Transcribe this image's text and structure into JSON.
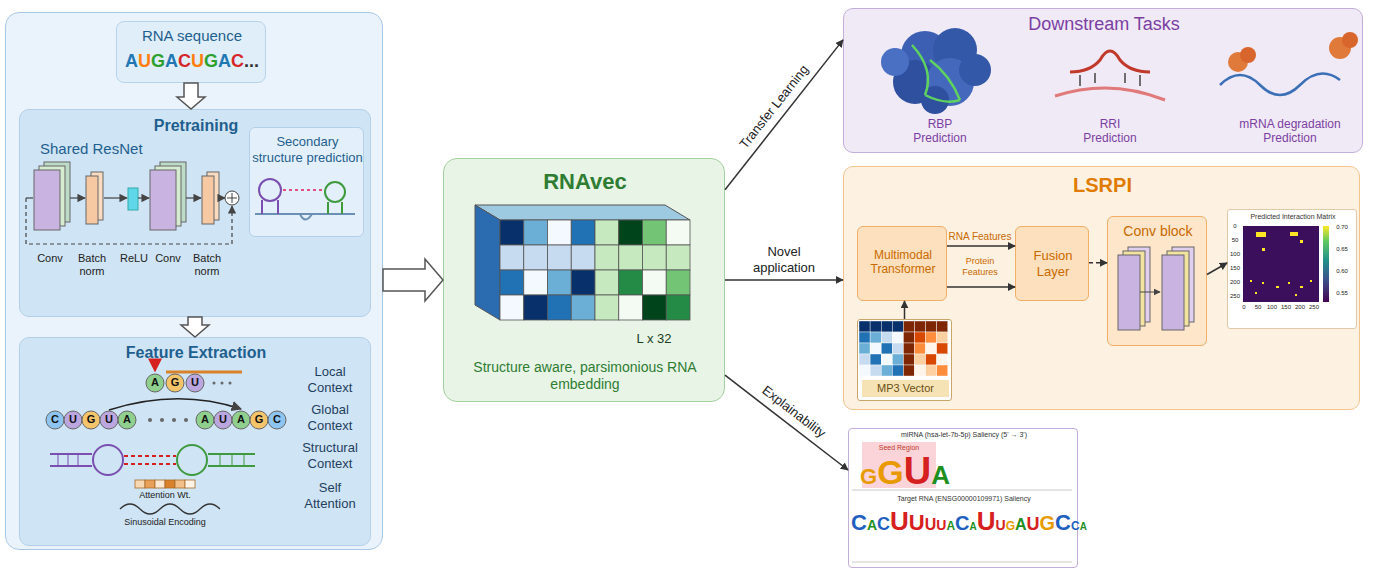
{
  "diagram": {
    "nodes": [
      {
        "text": []
      },
      {
        "text": [
          "RNA sequence",
          "AUGACUGAC..."
        ],
        "in": 0
      },
      {
        "text": [
          "Pretraining",
          "Shared ResNet"
        ],
        "in": 0
      },
      {
        "text": [
          "Secondary structure prediction"
        ],
        "in": 2
      },
      {
        "text": [
          "Feature Extraction"
        ],
        "in": 0
      },
      {
        "text": [
          "RNAvec",
          "L x 32",
          "Structure aware, parsimonious RNA embedding"
        ]
      },
      {
        "text": [
          "Downstream Tasks"
        ]
      },
      {
        "text": [
          "LSRPI"
        ]
      },
      {
        "text": [
          "Multimodal Transformer"
        ],
        "in": 7
      },
      {
        "text": [
          "Fusion Layer"
        ],
        "in": 7
      },
      {
        "text": [
          "Conv block"
        ],
        "in": 7
      },
      {
        "text": [
          "Predicted Interaction Matrix"
        ],
        "in": 7
      },
      {
        "text": [
          "MP3 Vector"
        ],
        "in": 7
      },
      {
        "text": [
          "miRNA (hsa-let-7b-5p) Saliency (5' → 3')",
          "Target RNA (ENSG00000109971) Saliency"
        ]
      }
    ],
    "edges": [
      {
        "from": 1,
        "to": 2,
        "arrow": "to"
      },
      {
        "from": 2,
        "to": 4,
        "arrow": "to"
      },
      {
        "from": 0,
        "to": 5,
        "arrow": "to"
      },
      {
        "from": 5,
        "to": 6,
        "arrow": "to",
        "label": "Transfer Learning"
      },
      {
        "from": 5,
        "to": 7,
        "arrow": "to",
        "label": "Novel application"
      },
      {
        "from": 5,
        "to": 13,
        "arrow": "to",
        "label": "Explainability"
      },
      {
        "from": 8,
        "to": 9,
        "arrow": "to",
        "label": "RNA Features"
      },
      {
        "from": 8,
        "to": 9,
        "arrow": "to",
        "label": "Protein Features"
      },
      {
        "from": 9,
        "to": 10,
        "arrow": "to"
      },
      {
        "from": 10,
        "to": 11,
        "arrow": "to"
      },
      {
        "from": 12,
        "to": 8,
        "arrow": "to"
      }
    ],
    "labels": [
      "Conv",
      "Batch norm",
      "ReLU",
      "Conv",
      "Batch norm",
      "Local Context",
      "Global Context",
      "Structural Context",
      "Self Attention",
      "Attention Wt.",
      "Sinusoidal Encoding",
      "A",
      "G",
      "U",
      "C",
      "U",
      "G",
      "U",
      "A",
      "A",
      "U",
      "A",
      "G",
      "C",
      "RBP Prediction",
      "RRI Prediction",
      "mRNA degradation Prediction",
      "0",
      "50",
      "100",
      "150",
      "200",
      "250",
      "0",
      "50",
      "100",
      "150",
      "200",
      "250",
      "0.70",
      "0.65",
      "0.60",
      "0.55",
      "Seed Region",
      "GGUA",
      "CACUUUUACAUUGAUGCCA"
    ]
  }
}
